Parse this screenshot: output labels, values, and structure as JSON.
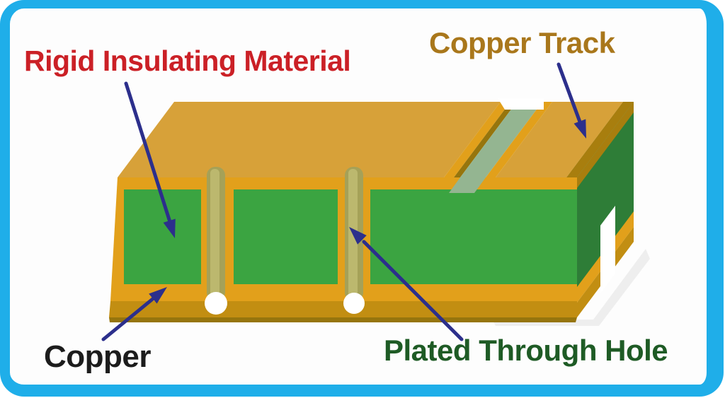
{
  "diagram": {
    "type": "pcb-construction-cross-section",
    "labels": {
      "rigid_insulating_material": "Rigid Insulating Material",
      "copper_track": "Copper Track",
      "copper": "Copper",
      "plated_through_hole": "Plated Through Hole"
    },
    "parts": [
      {
        "name": "Rigid Insulating Material",
        "label_color": "#CB2026",
        "fill_color": "#3BA441"
      },
      {
        "name": "Copper Track",
        "label_color": "#A9771B",
        "fill_color": "#D7A139"
      },
      {
        "name": "Copper",
        "label_color": "#1C1C1C",
        "fill_color": "#E2A01B"
      },
      {
        "name": "Plated Through Hole",
        "label_color": "#1E5B25",
        "fill_color": "#A5A158"
      }
    ]
  },
  "palette": {
    "frame": "#1FAEE9",
    "canvas": "#FDFDFD",
    "label_red": "#CB2026",
    "label_brown": "#A9771B",
    "label_black": "#1C1C1C",
    "label_green": "#1E5B25",
    "arrow": "#2C2F8C",
    "copper_top": "#D7A139",
    "copper_front": "#E2A01B",
    "copper_bottom": "#C28E12",
    "copper_dark": "#A87E0E",
    "copper_deep": "#96750D",
    "insul_front": "#3BA441",
    "insul_side": "#2E7D37",
    "channel": "#94B591",
    "via": "#A5A158",
    "via_light": "#BCB86E",
    "hole": "#FFFFFF"
  }
}
